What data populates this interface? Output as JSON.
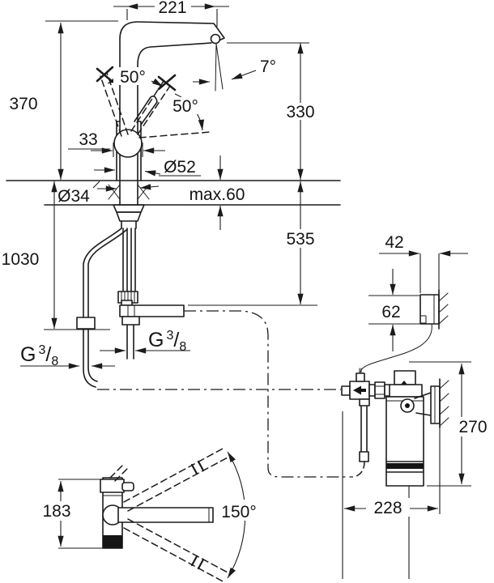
{
  "labels": {
    "spout_reach": "221",
    "height_above_deck": "370",
    "lever_angle_top": "50°",
    "lever_angle_side": "50°",
    "spray_angle": "7°",
    "outlet_height": "330",
    "lever_width": "33",
    "body_diameter": "Ø52",
    "hole_diameter": "Ø34",
    "deck_thickness": "max.60",
    "hose_drop": "535",
    "hose_length": "1030",
    "box_width": "42",
    "box_height": "62",
    "filter_height": "270",
    "filter_offset": "228",
    "base_depth": "183",
    "swivel_angle": "150°"
  },
  "thread": {
    "letter": "G",
    "numerator": "3",
    "slash": "/",
    "denominator": "8"
  },
  "colors": {
    "line": "#1b1b1b",
    "background": "#ffffff"
  }
}
